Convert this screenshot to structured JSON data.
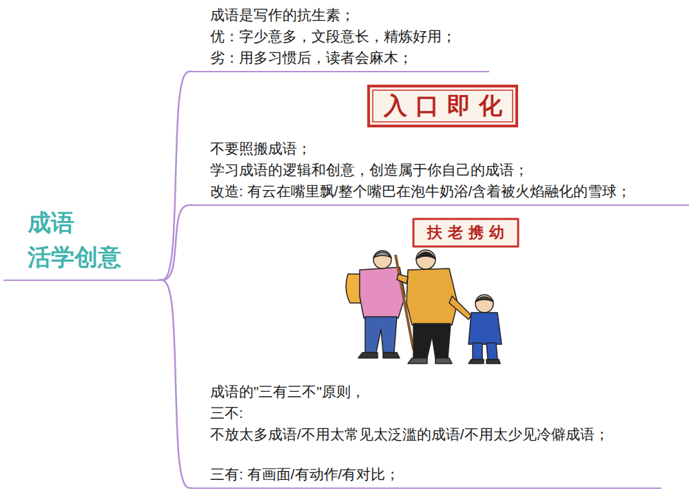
{
  "diagram": {
    "nodes": [
      {
        "text": [
          "成语 活学创意"
        ]
      },
      {
        "text": [
          "成语是写作的抗生素；",
          "优：字少意多，文段意长，精炼好用；",
          "劣：用多习惯后，读者会麻木；"
        ]
      },
      {
        "text": [
          "不要照搬成语；",
          "学习成语的逻辑和创意，创造属于你自己的成语；",
          "改造: 有云在嘴里飘/整个嘴巴在泡牛奶浴/含着被火焰融化的雪球；"
        ]
      },
      {
        "text": [
          "成语的\"三有三不\"原则，",
          "三不:",
          "不放太多成语/不用太常见太泛滥的成语/不用太少见冷僻成语；",
          "三有: 有画面/有动作/有对比；"
        ]
      }
    ],
    "edges": [
      {
        "from": 0,
        "to": 1,
        "arrow": "none"
      },
      {
        "from": 0,
        "to": 2,
        "arrow": "none"
      },
      {
        "from": 0,
        "to": 3,
        "arrow": "none"
      }
    ],
    "labels": [
      "入口即化",
      "扶老携幼"
    ]
  }
}
